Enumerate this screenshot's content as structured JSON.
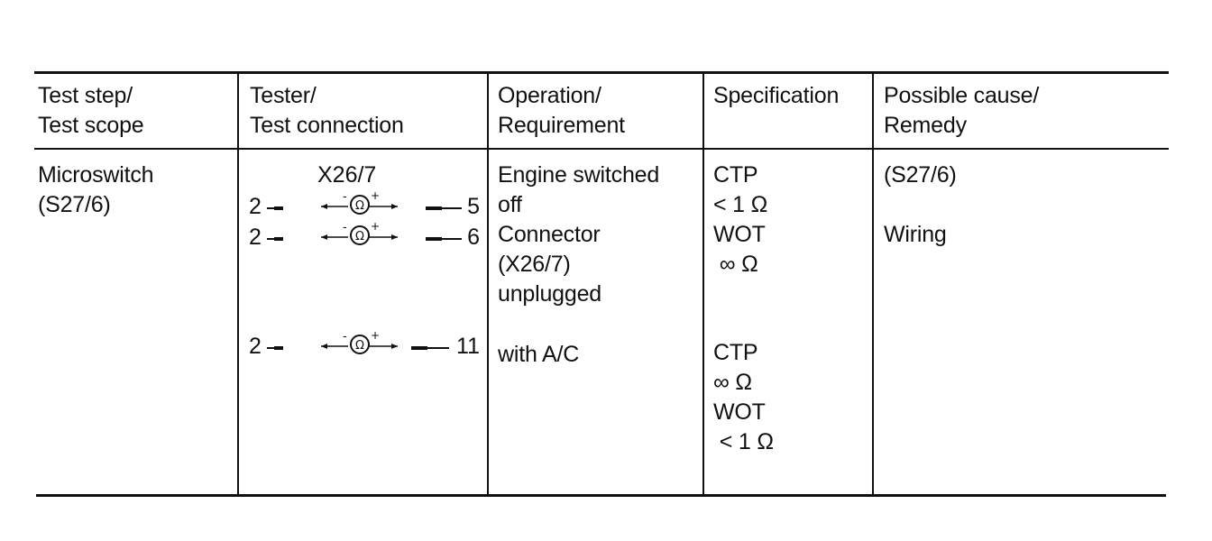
{
  "table": {
    "headers": [
      [
        "Test step/",
        "Test scope"
      ],
      [
        "Tester/",
        "Test connection"
      ],
      [
        "Operation/",
        "Requirement"
      ],
      [
        "Specification"
      ],
      [
        "Possible cause/",
        "Remedy"
      ]
    ],
    "row": {
      "test_step": [
        "Microswitch",
        "(S27/6)"
      ],
      "connector_label": "X26/7",
      "connections": [
        {
          "from": "2",
          "to": "5",
          "meter_symbol": "Ω",
          "minus": "-",
          "plus": "+"
        },
        {
          "from": "2",
          "to": "6",
          "meter_symbol": "Ω",
          "minus": "-",
          "plus": "+"
        },
        {
          "from": "2",
          "to": "11",
          "meter_symbol": "Ω",
          "minus": "-",
          "plus": "+"
        }
      ],
      "operation_top": [
        "Engine switched",
        "off",
        "Connector",
        "(X26/7)",
        "unplugged"
      ],
      "operation_bottom": [
        "with A/C"
      ],
      "spec_top": [
        "CTP",
        "< 1 Ω",
        "WOT",
        " ∞ Ω"
      ],
      "spec_bottom": [
        "CTP",
        "∞ Ω",
        "WOT",
        " < 1 Ω"
      ],
      "cause": [
        "(S27/6)",
        "",
        "Wiring"
      ]
    }
  },
  "icons": {
    "ohmmeter": "ohmmeter-icon"
  }
}
